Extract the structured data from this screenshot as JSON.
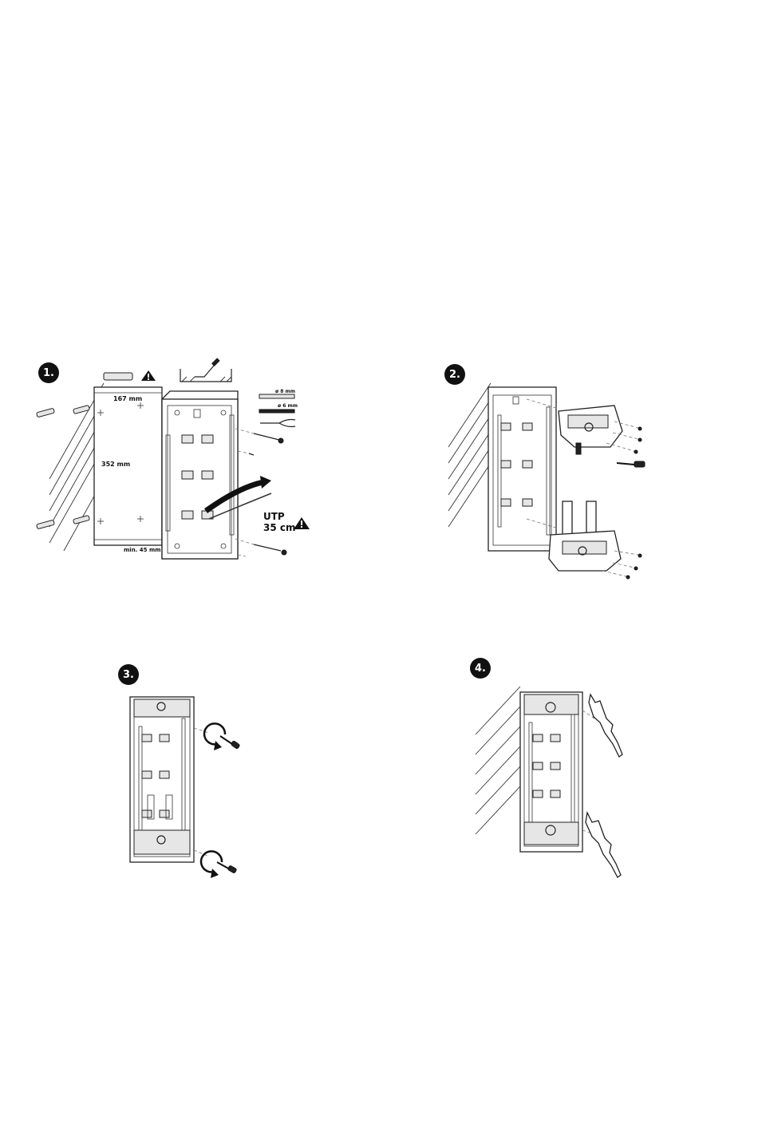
{
  "steps": [
    {
      "number": "1."
    },
    {
      "number": "2."
    },
    {
      "number": "3."
    },
    {
      "number": "4."
    }
  ],
  "step1": {
    "width_label": "167 mm",
    "height_label": "352 mm",
    "depth_label": "min. 45 mm",
    "drill_label_1": "ø 8 mm",
    "drill_label_2": "ø 6 mm",
    "cable_label_1": "UTP",
    "cable_label_2": "35 cm"
  },
  "icons": {
    "warning": "warning-triangle-icon",
    "screwdriver": "screwdriver-icon",
    "rotate": "rotate-arrow-icon"
  }
}
